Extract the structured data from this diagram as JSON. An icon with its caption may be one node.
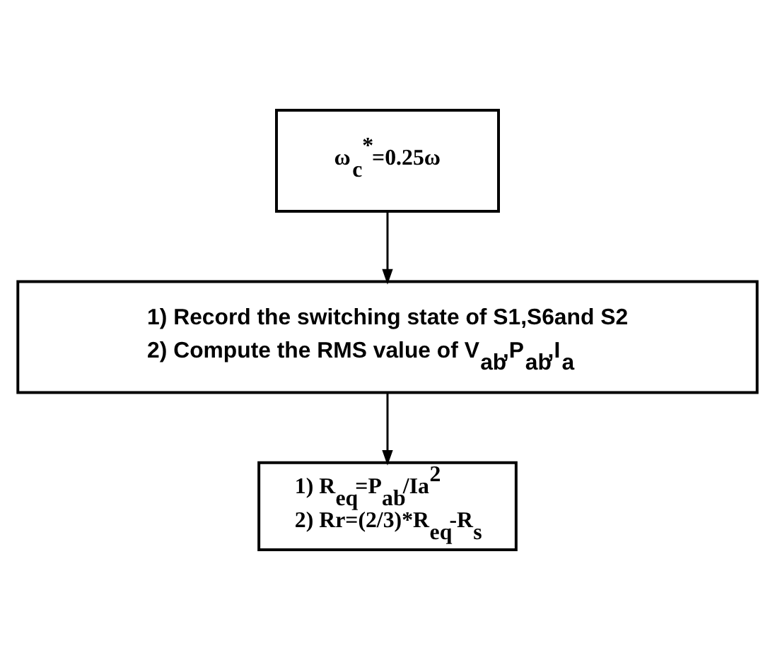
{
  "diagram": {
    "nodes": [
      {
        "text": [
          "ω$_{c}$$^{*}$=0.25ω"
        ]
      },
      {
        "text": [
          "1) Record the switching state of S1,S6and S2",
          "2) Compute the RMS value of V$_{ab}$,P$_{ab}$,I$_{a}$"
        ]
      },
      {
        "text": [
          "1) R$_{eq}$=P$_{ab}$/Ia$^{2}$",
          "2) Rr=(2/3)*R$_{eq}$-R$_{s}$"
        ]
      }
    ],
    "edges": [
      {
        "from": 0,
        "to": 1,
        "arrow": "to"
      },
      {
        "from": 1,
        "to": 2,
        "arrow": "to"
      }
    ]
  }
}
